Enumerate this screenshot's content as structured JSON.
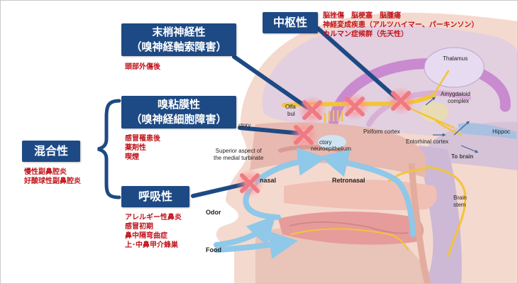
{
  "categories": {
    "central": {
      "title": "中枢性",
      "notes": [
        "脳挫傷　脳梗塞　脳腫瘍",
        "神経変成疾患（アルツハイマー、パーキンソン）",
        "カルマン症候群（先天性）"
      ]
    },
    "peripheral": {
      "title_lines": [
        "末梢神経性",
        "（嗅神経軸索障害）"
      ],
      "notes": [
        "頭部外傷後"
      ]
    },
    "mucosal": {
      "title_lines": [
        "嗅粘膜性",
        "（嗅神経細胞障害）"
      ],
      "notes": [
        "感冒罹患後",
        "薬剤性",
        "喫煙"
      ]
    },
    "mixed": {
      "title": "混合性",
      "notes": [
        "慢性副鼻腔炎",
        "好酸球性副鼻腔炎"
      ]
    },
    "respiratory": {
      "title": "呼吸性",
      "notes": [
        "アレルギー性鼻炎",
        "感冒初期",
        "鼻中隔弯曲症",
        "上･中鼻甲介蜂巣"
      ]
    }
  },
  "anatomy": {
    "thalamus": "Thalamus",
    "amygdaloid": [
      "Amygdaloid",
      "complex"
    ],
    "olfactory_bulb": [
      "Olfa",
      "bul"
    ],
    "olfactory_tract": "ctory",
    "olfactory_neuroepithelium": [
      "ctory",
      "neuroepithelium"
    ],
    "piriform_cortex": "Piriform cortex",
    "entorhinal_cortex": "Entorhinal cortex",
    "hippocampus": "Hippoc",
    "superior_turbinate": [
      "Superior aspect of",
      "the medial turbinate"
    ],
    "to_brain": "To brain",
    "retronasal": "Retronasal",
    "orthonasal": "nasal",
    "brain_stem": [
      "Brain",
      "stem"
    ],
    "odor": "Odor",
    "food": "Food"
  },
  "colors": {
    "box_fill": "#1d4a84",
    "note_text": "#c0141b",
    "nerve": "#f2c43a",
    "arrow": "#8fc8e8",
    "lesion_marker": "#f07a82",
    "brain_tint": "#d2a8cf"
  },
  "icons": [
    "lesion-cross-icon",
    "flow-arrow-icon"
  ]
}
